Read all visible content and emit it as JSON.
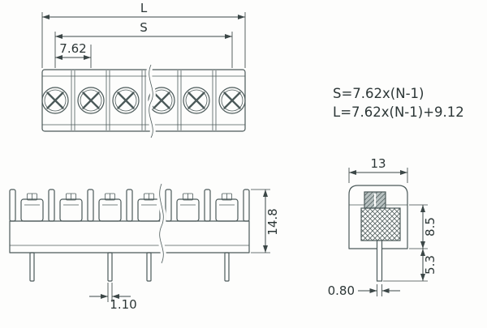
{
  "colors": {
    "ink": "#4c5a5a",
    "dimension": "#3c4747",
    "text": "#2c3636",
    "background": "#fdfdfc"
  },
  "top_view": {
    "dim_overall": "L",
    "dim_span": "S",
    "dim_pitch": "7.62"
  },
  "formulas": {
    "span": "S=7.62x(N-1)",
    "overall": "L=7.62x(N-1)+9.12"
  },
  "front_view": {
    "dim_height": "14.8",
    "dim_pin_width": "1.10"
  },
  "side_view": {
    "dim_width": "13",
    "dim_upper_height": "8.5",
    "dim_pin_length": "5.3",
    "dim_pin_thickness": "0.80"
  }
}
